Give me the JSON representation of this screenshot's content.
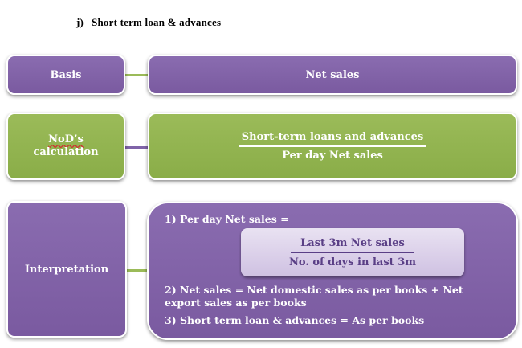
{
  "title": {
    "number": "j)",
    "text": "Short term loan & advances"
  },
  "basis": {
    "label": "Basis",
    "value": "Net sales"
  },
  "nod": {
    "label_line1": "NoD’s",
    "label_line2": "calculation",
    "numerator": "Short-term loans and advances",
    "denominator": "Per day Net sales"
  },
  "interpretation": {
    "label": "Interpretation",
    "item1": "1) Per day Net sales =",
    "fraction_numerator": "Last 3m Net sales",
    "fraction_denominator": "No. of days in last 3m",
    "item2": "2) Net sales = Net domestic sales as per books + Net export sales as per books",
    "item3": "3) Short term loan & advances = As per books"
  },
  "colors": {
    "purple": "#8064a2",
    "green": "#9bbb59",
    "inner_box": "#ddd3ea",
    "text": "#ffffff"
  }
}
